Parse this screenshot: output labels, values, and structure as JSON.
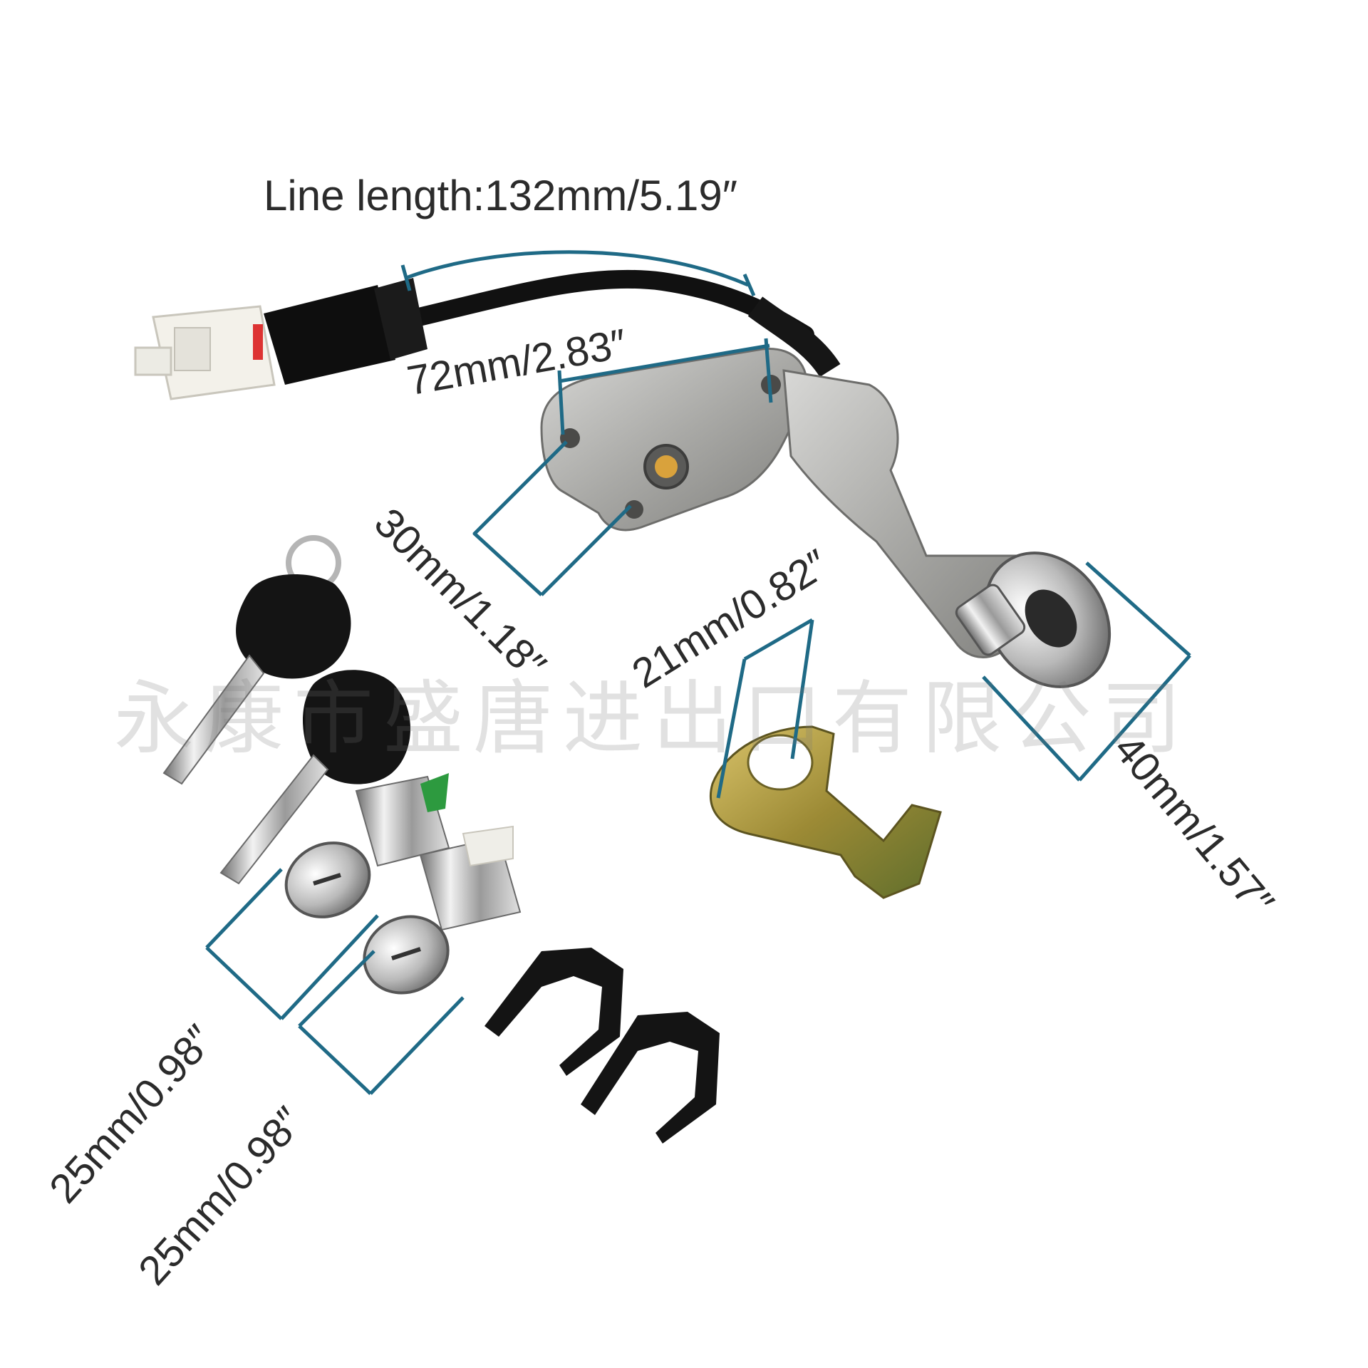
{
  "product": {
    "description": "Motorcycle ignition switch lock set with two keys, two seat/storage lock cylinders, mounting bracket and two retaining clips"
  },
  "dimensions": {
    "line_length": "Line length:132mm/5.19″",
    "mount_hole_spacing": "72mm/2.83″",
    "mount_height": "30mm/1.18″",
    "bracket_hole": "21mm/0.82″",
    "lock_face": "40mm/1.57″",
    "cylinder_a": "25mm/0.98″",
    "cylinder_b": "25mm/0.98″"
  },
  "watermark": {
    "text": "永康市盛唐进出口有限公司"
  },
  "colors": {
    "dimension_line": "#1f6a86",
    "text": "#2b2b2b",
    "metal": "#b8b8b6",
    "key_head": "#1a1a1a",
    "bracket": "#b59a3a",
    "green_cap": "#2d9a3f"
  }
}
